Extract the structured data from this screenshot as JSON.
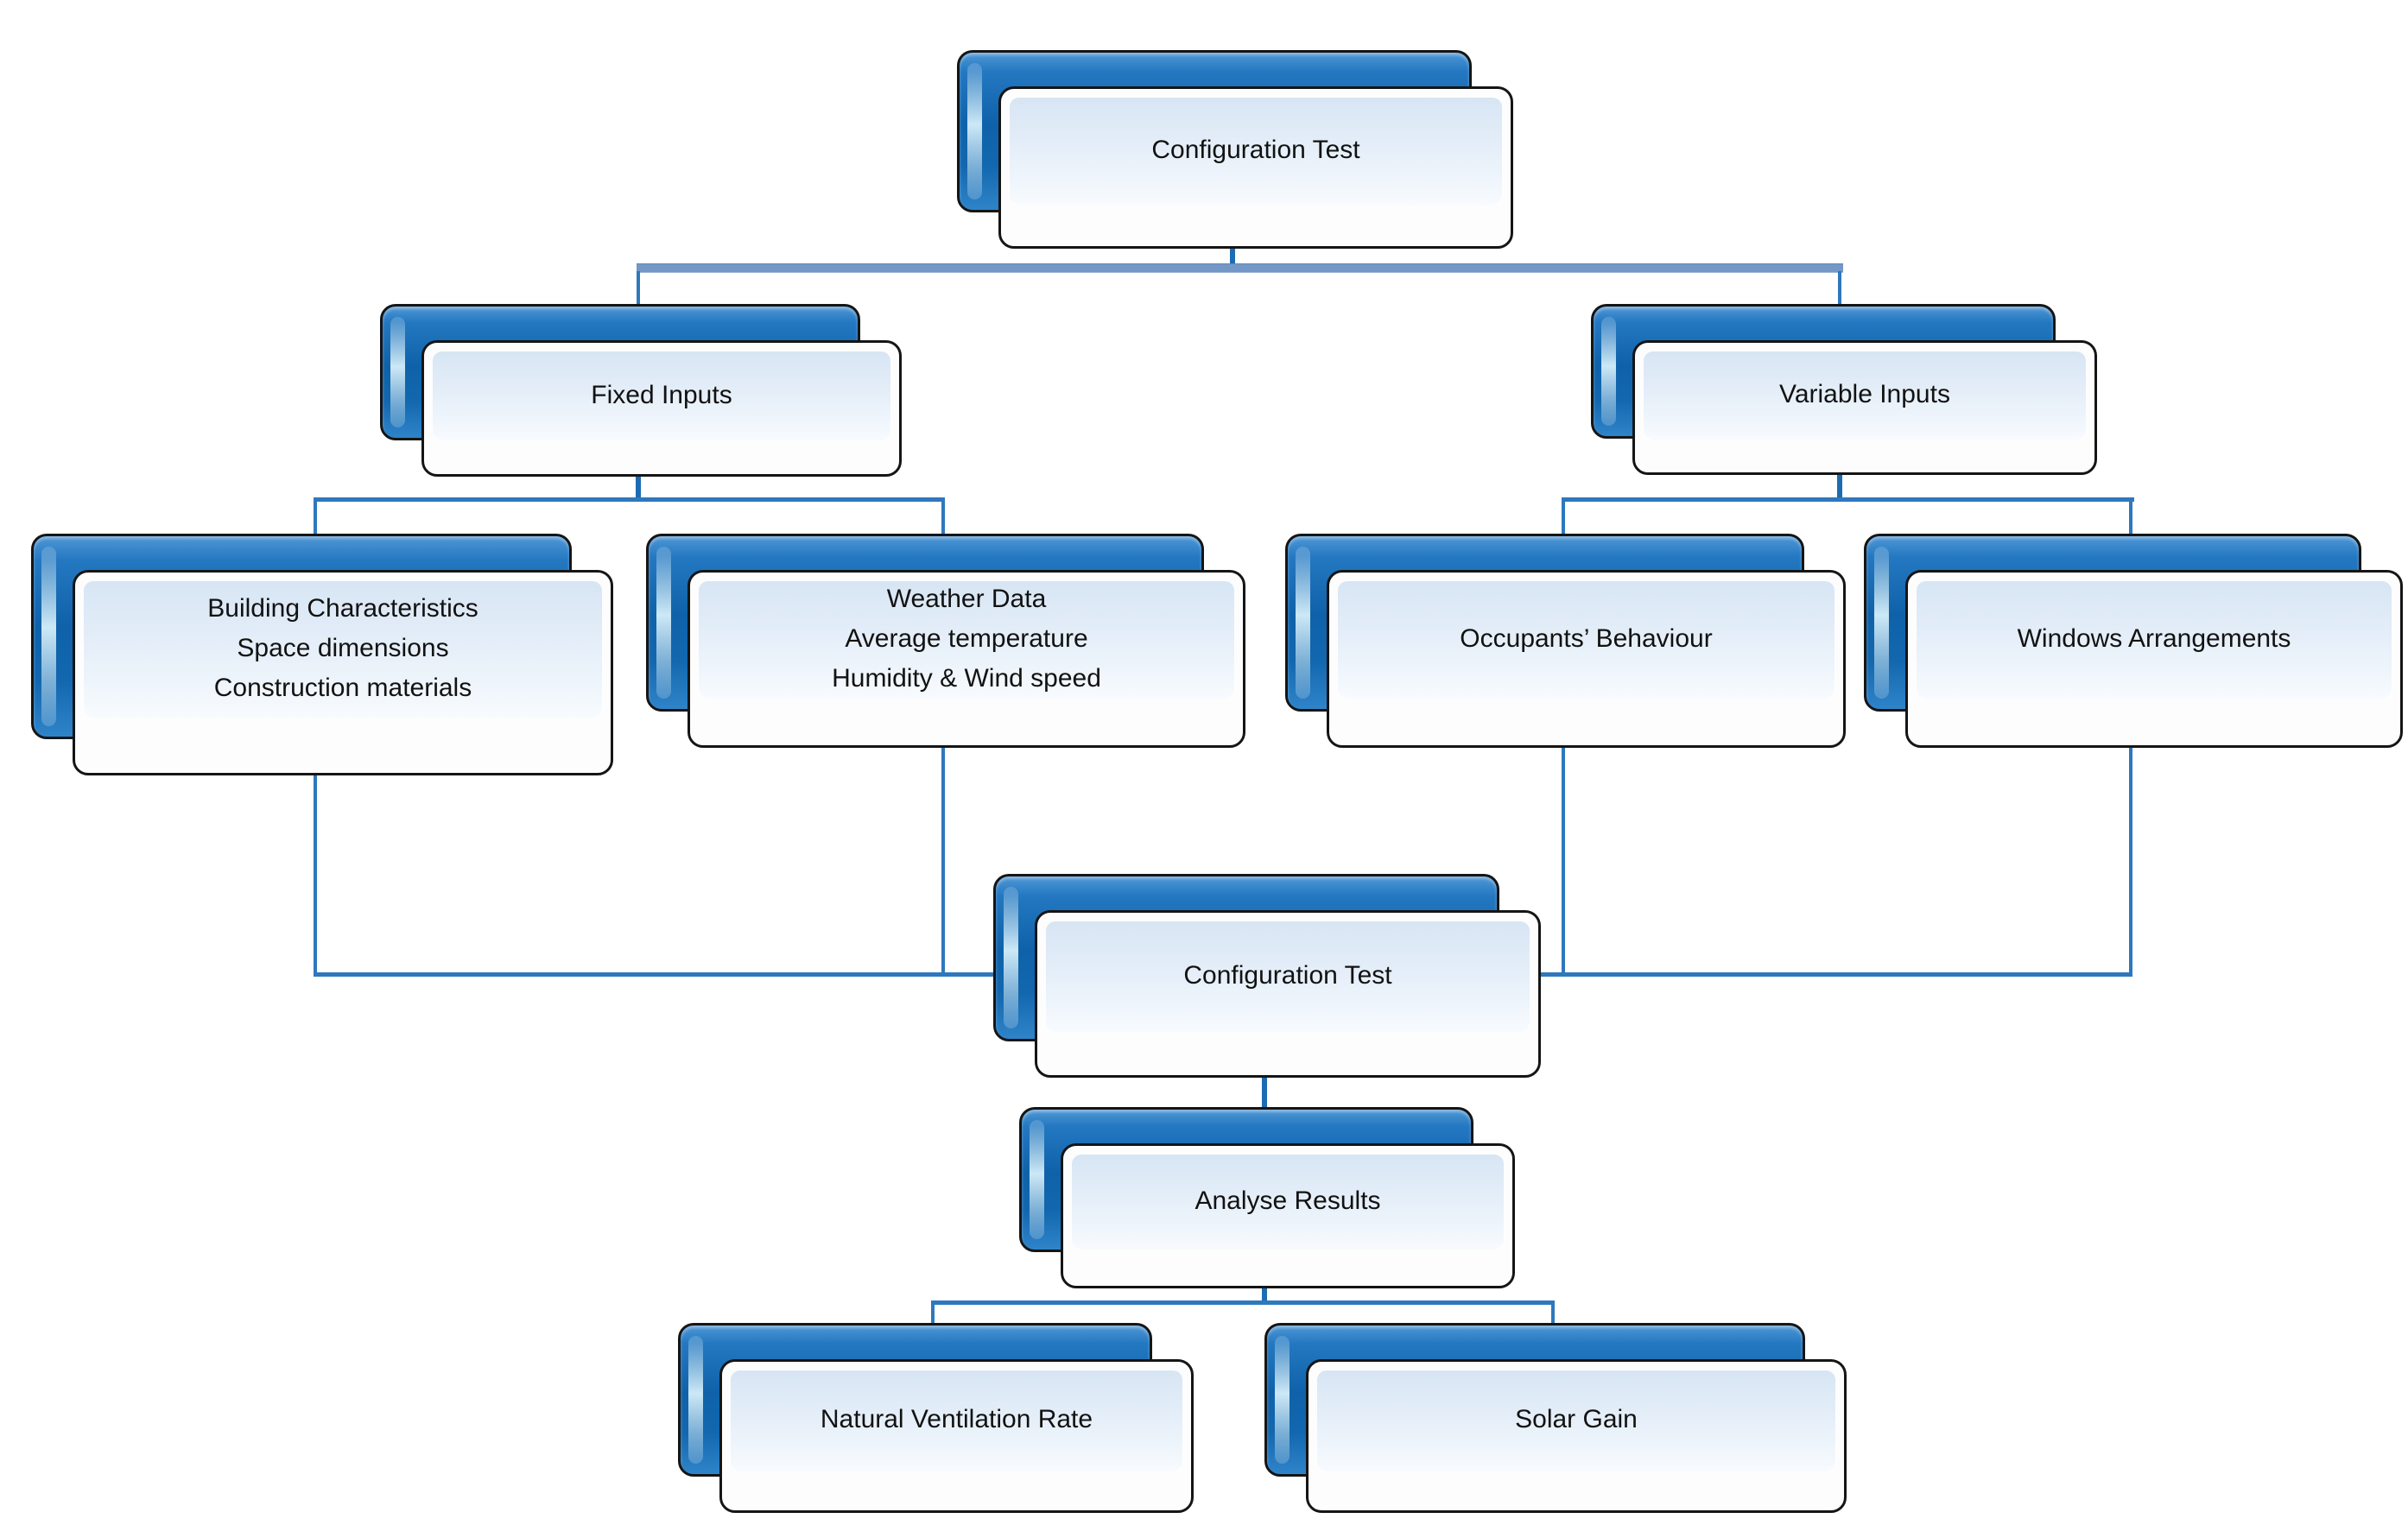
{
  "diagram": {
    "type": "flowchart",
    "background": "#ffffff"
  },
  "nodes": {
    "top": {
      "label": "Configuration Test"
    },
    "fixed": {
      "label": "Fixed Inputs"
    },
    "variable": {
      "label": "Variable Inputs"
    },
    "building": {
      "label": "Building Characteristics\nSpace dimensions\nConstruction materials"
    },
    "weather": {
      "label": "Weather Data\nAverage temperature\nHumidity & Wind speed"
    },
    "occupants": {
      "label": "Occupants’ Behaviour"
    },
    "windows": {
      "label": "Windows Arrangements"
    },
    "mid": {
      "label": "Configuration Test"
    },
    "analyse": {
      "label": "Analyse Results"
    },
    "ventilation": {
      "label": "Natural Ventilation Rate"
    },
    "solar": {
      "label": "Solar Gain"
    }
  },
  "edges": [
    {
      "from": "top",
      "to": "fixed"
    },
    {
      "from": "top",
      "to": "variable"
    },
    {
      "from": "fixed",
      "to": "building"
    },
    {
      "from": "fixed",
      "to": "weather"
    },
    {
      "from": "variable",
      "to": "occupants"
    },
    {
      "from": "variable",
      "to": "windows"
    },
    {
      "from": "building",
      "to": "mid"
    },
    {
      "from": "weather",
      "to": "mid"
    },
    {
      "from": "occupants",
      "to": "mid"
    },
    {
      "from": "windows",
      "to": "mid"
    },
    {
      "from": "mid",
      "to": "analyse"
    },
    {
      "from": "analyse",
      "to": "ventilation"
    },
    {
      "from": "analyse",
      "to": "solar"
    }
  ],
  "colors": {
    "node_blue": "#1565ad",
    "node_blue_highlight": "#d9f2ff",
    "node_face": "#e3edf8",
    "node_border": "#151515",
    "connector_dark": "#1b6cb3",
    "connector": "#2e78bd",
    "connector_light": "#7397c6"
  }
}
